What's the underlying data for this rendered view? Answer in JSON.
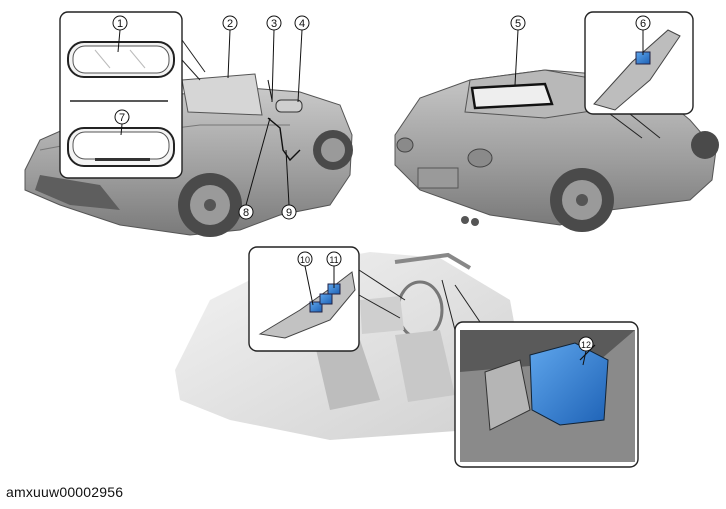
{
  "figure": {
    "id_label": "amxuuw00002956"
  },
  "callouts": [
    {
      "num": "1"
    },
    {
      "num": "2"
    },
    {
      "num": "3"
    },
    {
      "num": "4"
    },
    {
      "num": "5"
    },
    {
      "num": "6"
    },
    {
      "num": "7"
    },
    {
      "num": "8"
    },
    {
      "num": "9"
    },
    {
      "num": "10"
    },
    {
      "num": "11"
    },
    {
      "num": "12"
    }
  ],
  "colors": {
    "highlight_blue": "#2f7bd4",
    "car_body": "#a9a9a9",
    "car_shadow": "#6e6e6e",
    "inset_border": "#222222"
  }
}
